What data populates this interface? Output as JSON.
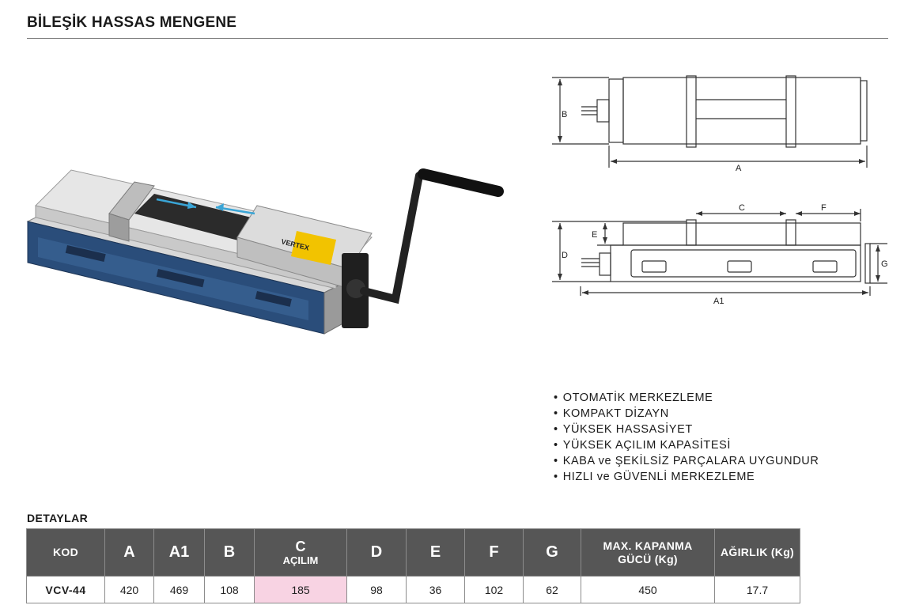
{
  "page": {
    "title": "BİLEŞİK HASSAS MENGENE"
  },
  "product": {
    "brand_text": "VERTEX",
    "accent_color": "#3aa5d6",
    "body_color": "#2a4d7a"
  },
  "drawing": {
    "labels": {
      "a": "A",
      "a1": "A1",
      "b": "B",
      "c": "C",
      "d": "D",
      "e": "E",
      "f": "F",
      "g": "G"
    }
  },
  "features": [
    "OTOMATİK MERKEZLEME",
    "KOMPAKT DİZAYN",
    "YÜKSEK HASSASİYET",
    "YÜKSEK AÇILIM KAPASİTESİ",
    "KABA ve ŞEKİLSİZ PARÇALARA UYGUNDUR",
    "HIZLI ve GÜVENLİ MERKEZLEME"
  ],
  "details": {
    "title": "DETAYLAR",
    "headers": {
      "kod": "KOD",
      "a": "A",
      "a1": "A1",
      "b": "B",
      "c": "C",
      "c_sub": "AÇILIM",
      "d": "D",
      "e": "E",
      "f": "F",
      "g": "G",
      "force_line1": "MAX. KAPANMA",
      "force_line2": "GÜCÜ (Kg)",
      "weight": "AĞIRLIK (Kg)"
    },
    "row": {
      "kod": "VCV-44",
      "a": "420",
      "a1": "469",
      "b": "108",
      "c": "185",
      "d": "98",
      "e": "36",
      "f": "102",
      "g": "62",
      "force": "450",
      "weight": "17.7"
    },
    "highlight_color": "#f8d3e3",
    "header_color": "#565656"
  }
}
